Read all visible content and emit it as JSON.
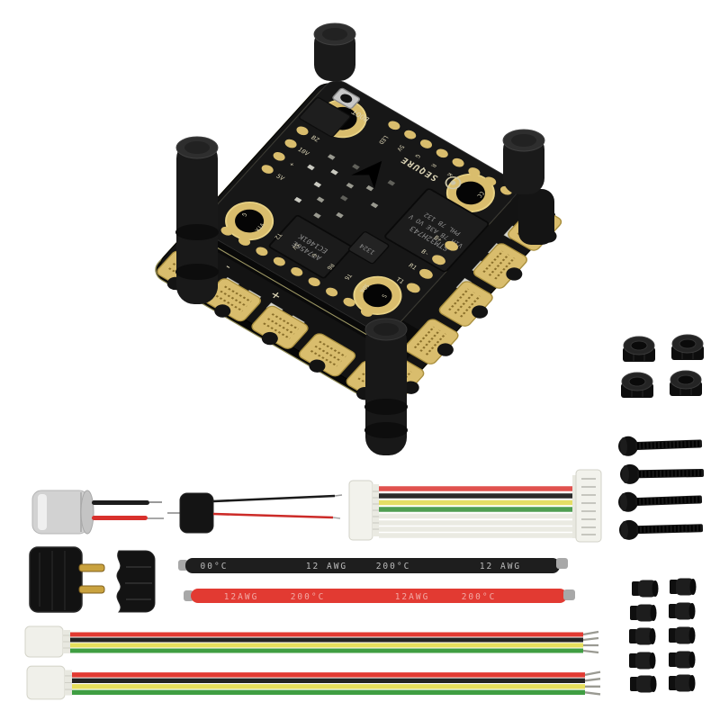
{
  "scene": {
    "background": "#ffffff",
    "description": "Flight controller and 4-in-1 ESC stack with accessory kit"
  },
  "board": {
    "brand": "SEQURE",
    "boot_label": "BOOT",
    "mcu_marking": [
      "STM32H743",
      "VIH 7B A3E VO V",
      "PHL 7B 132"
    ],
    "osd_marking": [
      "AT7456E",
      "EC1401K"
    ],
    "gyro_marking": "1324",
    "pads_top": [
      "LED",
      "5V",
      "G",
      "R",
      "K",
      "CC"
    ],
    "pads_left": [
      "BZ",
      "10V",
      "+",
      "5V"
    ],
    "pads_bottom": [
      "G",
      "VTX",
      "T2",
      "5V",
      "G",
      "R6",
      "T6",
      "SDA",
      "S"
    ],
    "pads_right": [
      "B+",
      "B-",
      "R1",
      "T1"
    ],
    "esc_minus": "-",
    "esc_plus": "+",
    "esc_corner_mark": "3"
  },
  "hardware": {
    "nuts": {
      "count": 4,
      "color": "#141414"
    },
    "screws": {
      "count": 4,
      "color": "#141414"
    },
    "grommets": {
      "count": 10,
      "color": "#1d1d1d"
    }
  },
  "cables": {
    "power_wire_black": {
      "segments": [
        "00°C",
        "12 AWG",
        "200°C",
        "12 AWG"
      ],
      "color": "#1e1e1e"
    },
    "power_wire_red": {
      "segments": [
        "12AWG",
        "200°C",
        "12AWG",
        "200°C"
      ],
      "color": "#e23a32"
    },
    "ribbon_wire_colors": [
      "#e0524e",
      "#2b2b2b",
      "#e4de66",
      "#4f9e52",
      "#eaeae2",
      "#eaeae2",
      "#eaeae2",
      "#eaeae2"
    ],
    "jst_wire_colors": [
      "#e23a32",
      "#232323",
      "#e6df5c",
      "#3f9e42"
    ]
  },
  "components": {
    "capacitor_large": {
      "body_color": "#d2d2d2",
      "leads": [
        "black",
        "red"
      ]
    },
    "capacitor_small": {
      "body_color": "#141414",
      "leads": [
        "black",
        "red"
      ]
    },
    "xt60": {
      "body_color": "#121212",
      "pins": 2
    }
  }
}
